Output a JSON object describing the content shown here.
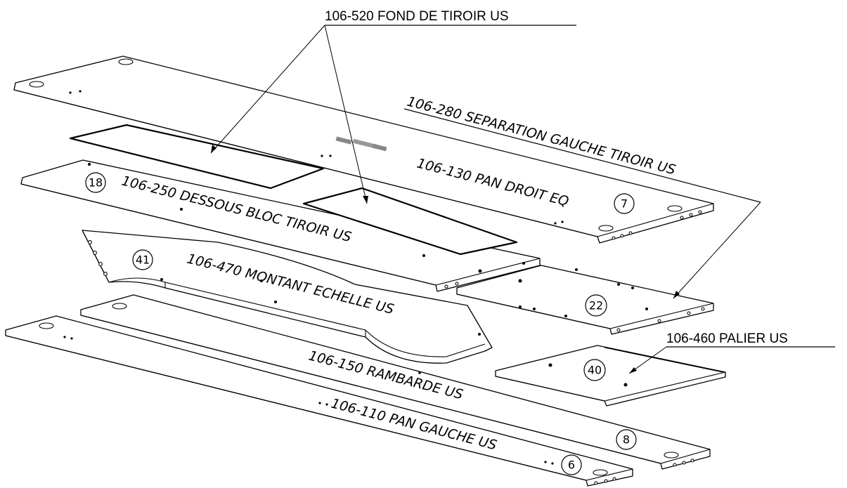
{
  "labels": {
    "fond_tiroir": "106-520 FOND DE TIROIR US",
    "separation": "106-280 SEPARATION GAUCHE TIROIR US",
    "pan_droit": "106-130 PAN DROIT EQ",
    "dessous_bloc": "106-250 DESSOUS BLOC TIROIR US",
    "montant": "106-470 MONTANT ECHELLE US",
    "palier": "106-460 PALIER US",
    "rambarde": "106-150 RAMBARDE US",
    "pan_gauche": "106-110 PAN GAUCHE US"
  },
  "balloons": {
    "b7": "7",
    "b18": "18",
    "b41": "41",
    "b22": "22",
    "b40": "40",
    "b8": "8",
    "b6": "6"
  }
}
